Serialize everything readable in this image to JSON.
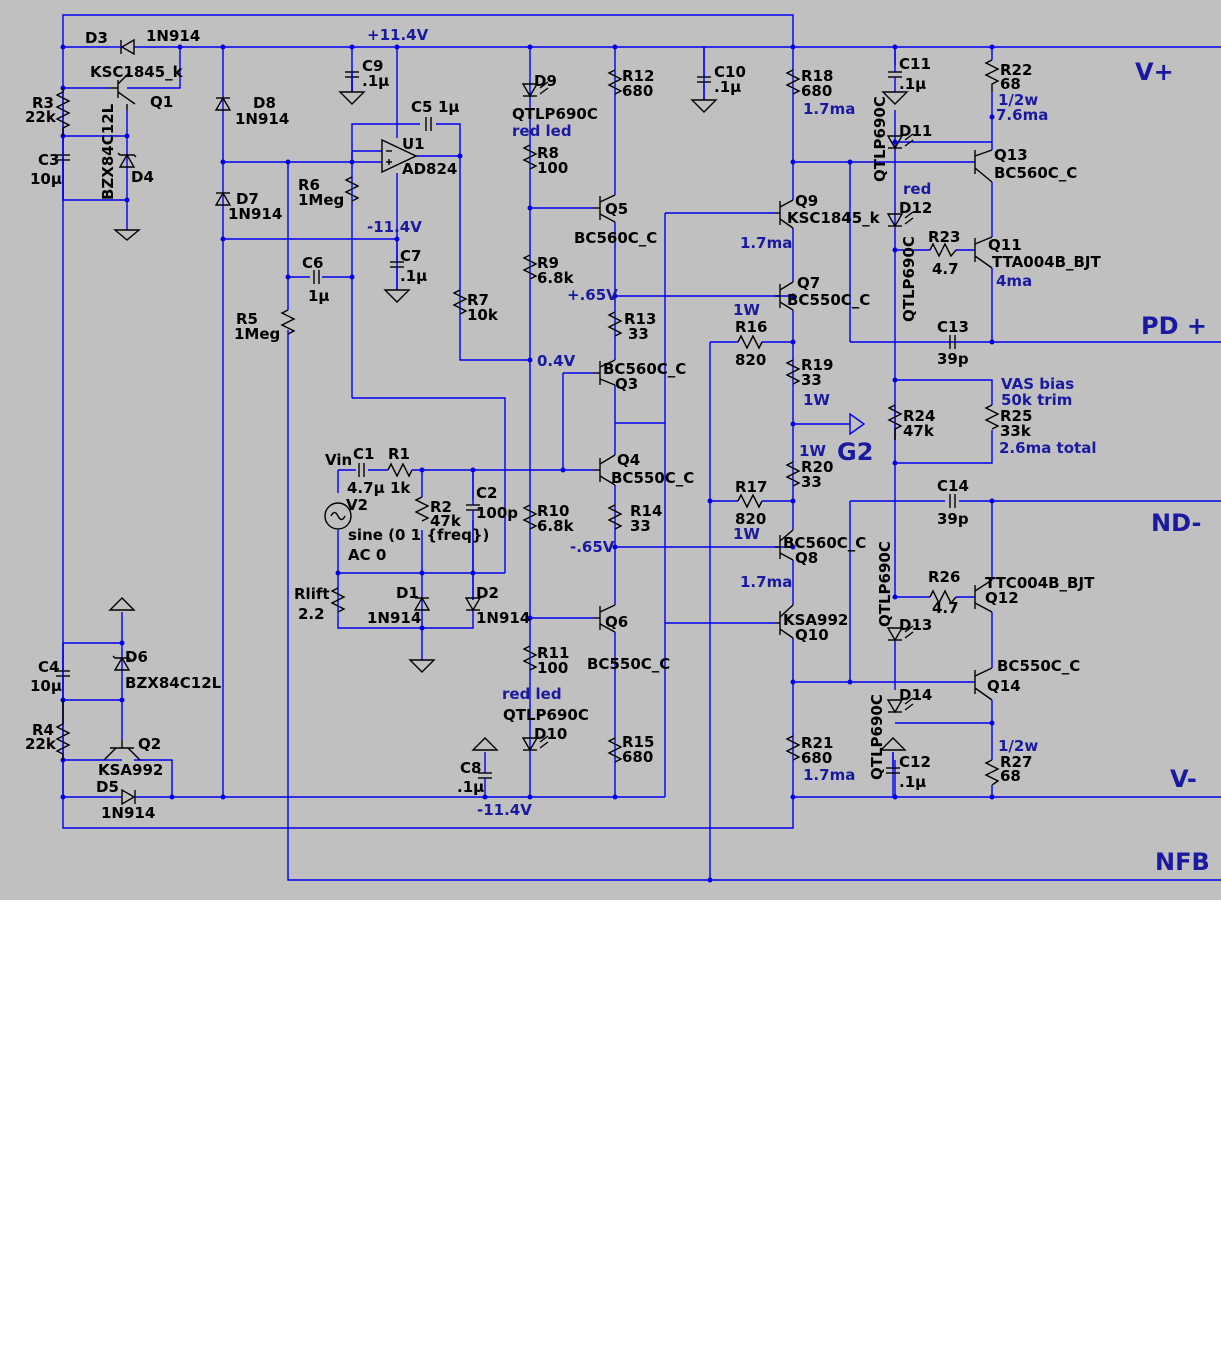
{
  "colors": {
    "wire": "#0000ee",
    "component": "#000000",
    "note": "#1a1aa0",
    "background": "#c0c0c0"
  },
  "nets": {
    "vplus": "V+",
    "pdplus": "PD +",
    "ndminus": "ND-",
    "vminus": "V-",
    "nfb": "NFB",
    "g2": "G2"
  },
  "notes": {
    "rail_pos": "+11.4V",
    "rail_neg_u1": "-11.4V",
    "rail_neg_bot": "-11.4V",
    "v065p": "+.65V",
    "v04": "0.4V",
    "v065n": "-.65V",
    "q9_ma": "1.7ma",
    "r18_ma": "1.7ma",
    "q8_ma": "1.7ma",
    "r21_ma": "1.7ma",
    "r16_w": "1W",
    "r19_w": "1W",
    "r20_w": "1W",
    "r17_w": "1W",
    "r22_w": "1/2w",
    "r22_ma": "7.6ma",
    "q11_ma": "4ma",
    "r27_w": "1/2w",
    "vas1": "VAS bias",
    "vas2": "50k trim",
    "vas3": "2.6ma total",
    "d9_red": "red led",
    "d10_red": "red led",
    "d12_red": "red"
  },
  "components": {
    "D3": {
      "ref": "D3",
      "value": "1N914"
    },
    "Q1": {
      "ref": "Q1",
      "value": "KSC1845_k"
    },
    "R3": {
      "ref": "R3",
      "value": "22k"
    },
    "C3": {
      "ref": "C3",
      "value": "10µ"
    },
    "D4": {
      "ref": "D4",
      "value": "BZX84C12L"
    },
    "D8": {
      "ref": "D8",
      "value": "1N914"
    },
    "D7": {
      "ref": "D7",
      "value": "1N914"
    },
    "C9": {
      "ref": "C9",
      "value": ".1µ"
    },
    "C5": {
      "ref": "C5",
      "value": "1µ"
    },
    "U1": {
      "ref": "U1",
      "value": "AD824"
    },
    "R6": {
      "ref": "R6",
      "value": "1Meg"
    },
    "C7": {
      "ref": "C7",
      "value": ".1µ"
    },
    "C6": {
      "ref": "C6",
      "value": "1µ"
    },
    "R5": {
      "ref": "R5",
      "value": "1Meg"
    },
    "R7": {
      "ref": "R7",
      "value": "10k"
    },
    "D9": {
      "ref": "D9",
      "value": "QTLP690C"
    },
    "R8": {
      "ref": "R8",
      "value": "100"
    },
    "R9": {
      "ref": "R9",
      "value": "6.8k"
    },
    "R12": {
      "ref": "R12",
      "value": "680"
    },
    "Q5": {
      "ref": "Q5",
      "value": "BC560C_C"
    },
    "R13": {
      "ref": "R13",
      "value": "33"
    },
    "Q3": {
      "ref": "Q3",
      "value": "BC560C_C"
    },
    "Q4": {
      "ref": "Q4",
      "value": "BC550C_C"
    },
    "R14": {
      "ref": "R14",
      "value": "33"
    },
    "R10": {
      "ref": "R10",
      "value": "6.8k"
    },
    "Q6": {
      "ref": "Q6",
      "value": "BC550C_C"
    },
    "R11": {
      "ref": "R11",
      "value": "100"
    },
    "D10": {
      "ref": "D10",
      "value": "QTLP690C"
    },
    "R15": {
      "ref": "R15",
      "value": "680"
    },
    "C8": {
      "ref": "C8",
      "value": ".1µ"
    },
    "C10": {
      "ref": "C10",
      "value": ".1µ"
    },
    "V2": {
      "ref": "V2",
      "label": "Vin",
      "value": "sine (0 1 {freq})",
      "ac": "AC 0"
    },
    "C1": {
      "ref": "C1",
      "value": "4.7µ"
    },
    "R1": {
      "ref": "R1",
      "value": "1k"
    },
    "R2": {
      "ref": "R2",
      "value": "47k"
    },
    "C2": {
      "ref": "C2",
      "value": "100p"
    },
    "Rlift": {
      "ref": "Rlift",
      "value": "2.2"
    },
    "D1": {
      "ref": "D1",
      "value": "1N914"
    },
    "D2": {
      "ref": "D2",
      "value": "1N914"
    },
    "C4": {
      "ref": "C4",
      "value": "10µ"
    },
    "D6": {
      "ref": "D6",
      "value": "BZX84C12L"
    },
    "R4": {
      "ref": "R4",
      "value": "22k"
    },
    "Q2": {
      "ref": "Q2",
      "value": "KSA992"
    },
    "D5": {
      "ref": "D5",
      "value": "1N914"
    },
    "R18": {
      "ref": "R18",
      "value": "680"
    },
    "Q9": {
      "ref": "Q9",
      "value": "KSC1845_k"
    },
    "Q7": {
      "ref": "Q7",
      "value": "BC550C_C"
    },
    "R16": {
      "ref": "R16",
      "value": "820"
    },
    "R19": {
      "ref": "R19",
      "value": "33"
    },
    "R20": {
      "ref": "R20",
      "value": "33"
    },
    "R17": {
      "ref": "R17",
      "value": "820"
    },
    "Q8": {
      "ref": "Q8",
      "value": "BC560C_C"
    },
    "Q10": {
      "ref": "Q10",
      "value": "KSA992"
    },
    "R21": {
      "ref": "R21",
      "value": "680"
    },
    "C11": {
      "ref": "C11",
      "value": ".1µ"
    },
    "D11": {
      "ref": "D11",
      "value": "QTLP690C"
    },
    "R22": {
      "ref": "R22",
      "value": "68"
    },
    "Q13": {
      "ref": "Q13",
      "value": "BC560C_C"
    },
    "D12": {
      "ref": "D12",
      "value": "QTLP690C"
    },
    "R23": {
      "ref": "R23",
      "value": "4.7"
    },
    "Q11": {
      "ref": "Q11",
      "value": "TTA004B_BJT"
    },
    "C13": {
      "ref": "C13",
      "value": "39p"
    },
    "R24": {
      "ref": "R24",
      "value": "47k"
    },
    "R25": {
      "ref": "R25",
      "value": "33k"
    },
    "C14": {
      "ref": "C14",
      "value": "39p"
    },
    "R26": {
      "ref": "R26",
      "value": "4.7"
    },
    "Q12": {
      "ref": "Q12",
      "value": "TTC004B_BJT"
    },
    "D13": {
      "ref": "D13",
      "value": "QTLP690C"
    },
    "Q14": {
      "ref": "Q14",
      "value": "BC550C_C"
    },
    "D14": {
      "ref": "D14",
      "value": "QTLP690C"
    },
    "C12": {
      "ref": "C12",
      "value": ".1µ"
    },
    "R27": {
      "ref": "R27",
      "value": "68"
    }
  }
}
